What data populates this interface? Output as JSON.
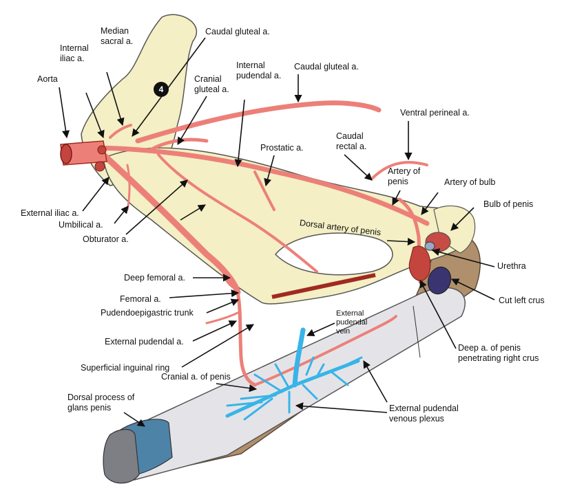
{
  "figure": {
    "badge": "4",
    "colors": {
      "bone": "#f4efc4",
      "bone_stroke": "#555555",
      "artery": "#ec8079",
      "artery_dark": "#c4453e",
      "vein": "#38b4e8",
      "penis_body": "#e4e4e8",
      "tunic": "#b0906c",
      "glans": "#7d7f84",
      "dorsal_process": "#4e83a8"
    }
  },
  "labels": {
    "aorta": "Aorta",
    "internal_iliac": "Internal\niliac a.",
    "median_sacral": "Median\nsacral a.",
    "caudal_gluteal_top": "Caudal gluteal a.",
    "cranial_gluteal": "Cranial\ngluteal a.",
    "internal_pudendal": "Internal\npudendal a.",
    "caudal_gluteal_right": "Caudal gluteal a.",
    "ventral_perineal": "Ventral perineal a.",
    "caudal_rectal": "Caudal\nrectal a.",
    "prostatic": "Prostatic a.",
    "artery_of_penis": "Artery of\npenis",
    "artery_of_bulb": "Artery of bulb",
    "bulb_of_penis": "Bulb of penis",
    "dorsal_artery_of_penis": "Dorsal artery of penis",
    "urethra": "Urethra",
    "cut_left_crus": "Cut left crus",
    "external_iliac": "External iliac a.",
    "umbilical": "Umbilical a.",
    "obturator": "Obturator a.",
    "deep_femoral": "Deep femoral a.",
    "femoral": "Femoral a.",
    "pudendoepigastric": "Pudendoepigastric trunk",
    "external_pudendal_a": "External pudendal a.",
    "superficial_inguinal_ring": "Superficial inguinal ring",
    "cranial_a_of_penis": "Cranial a. of penis",
    "external_pudendal_vein": "External\npudendal\nvein",
    "deep_a_of_penis": "Deep a. of penis\npenetrating right crus",
    "external_pudendal_plexus": "External pudendal\nvenous plexus",
    "dorsal_process": "Dorsal process of\nglans penis"
  }
}
